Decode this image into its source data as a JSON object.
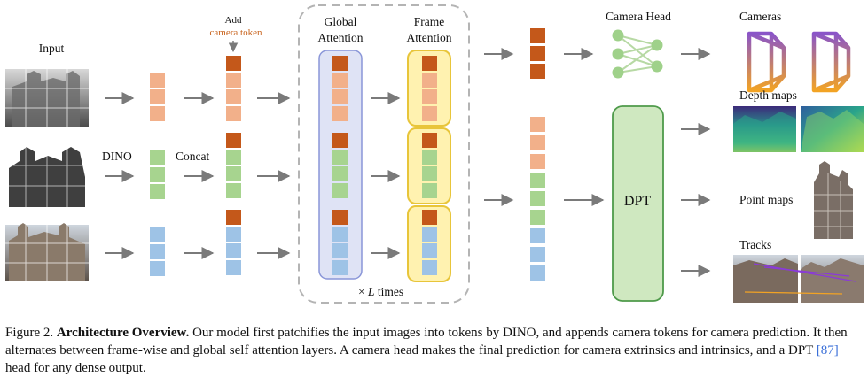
{
  "diagram": {
    "input_label": "Input",
    "dino_label": "DINO",
    "concat_label": "Concat",
    "add_label": "Add",
    "camera_token_label": "camera token",
    "global_attention_label": [
      "Global",
      "Attention"
    ],
    "frame_attention_label": [
      "Frame",
      "Attention"
    ],
    "times_prefix": "×",
    "times_var": "L",
    "times_suffix": "times",
    "camera_head_label": "Camera Head",
    "dpt_label": "DPT",
    "cameras_label": "Cameras",
    "depth_maps_label": "Depth maps",
    "point_maps_label": "Point maps",
    "tracks_label": "Tracks"
  },
  "colors": {
    "camera_token": "#c4581a",
    "frame1_token": "#f2b08a",
    "frame2_token": "#a7d48f",
    "frame3_token": "#9ec3e6",
    "global_box": "#dfe3f5",
    "global_border": "#8a96d8",
    "frame_box": "#fff2b0",
    "frame_border": "#e8c53a",
    "dpt_box": "#cfe8c0",
    "dpt_border": "#4e9a4a",
    "arrow": "#7a7a7a",
    "camera_gradient_top": "#8a55c8",
    "camera_gradient_bottom": "#f2a324"
  },
  "caption": {
    "figure_number": "Figure 2.",
    "title": "Architecture Overview.",
    "text_1": "Our model first patchifies the input images into tokens by DINO, and appends camera tokens for camera prediction. It then alternates between frame-wise and global self attention layers. A camera head makes the final prediction for camera extrinsics and intrinsics, and a DPT",
    "citation": "[87]",
    "text_2": "head for any dense output."
  }
}
